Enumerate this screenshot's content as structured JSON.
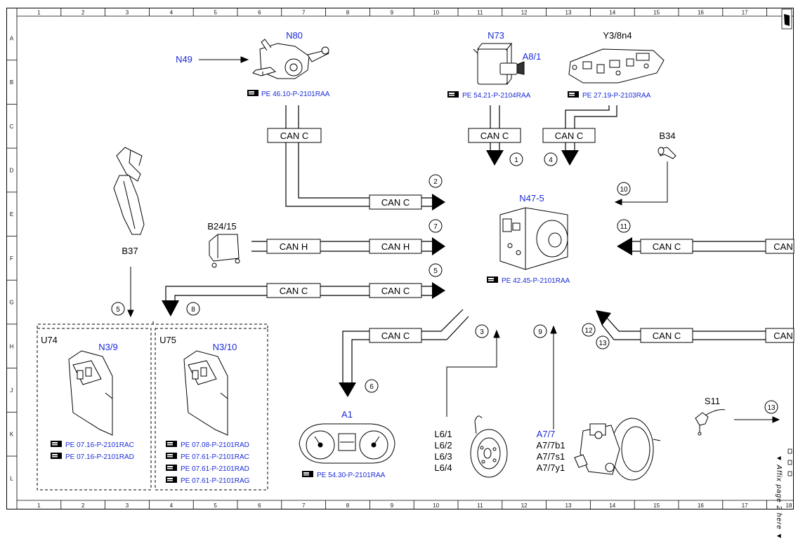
{
  "grid": {
    "columns": [
      "1",
      "2",
      "3",
      "4",
      "5",
      "6",
      "7",
      "8",
      "9",
      "10",
      "11",
      "12",
      "13",
      "14",
      "15",
      "16",
      "17",
      "18"
    ],
    "rows": [
      "A",
      "B",
      "C",
      "D",
      "E",
      "F",
      "G",
      "H",
      "J",
      "K",
      "L"
    ]
  },
  "components": {
    "n80": "N80",
    "n49": "N49",
    "n73": "N73",
    "a8_1": "A8/1",
    "y3_8n4": "Y3/8n4",
    "b34": "B34",
    "n47_5": "N47-5",
    "b24_15": "B24/15",
    "b37": "B37",
    "u74": "U74",
    "n3_9": "N3/9",
    "u75": "U75",
    "n3_10": "N3/10",
    "a1": "A1",
    "l6": [
      "L6/1",
      "L6/2",
      "L6/3",
      "L6/4"
    ],
    "a7_7": "A7/7",
    "a7_7_more": [
      "A7/7b1",
      "A7/7s1",
      "A7/7y1"
    ],
    "s11": "S11"
  },
  "refs": {
    "n80": "PE 46.10-P-2101RAA",
    "n73": "PE 54.21-P-2104RAA",
    "y3": "PE 27.19-P-2103RAA",
    "n47": "PE 42.45-P-2101RAA",
    "a1": "PE 54.30-P-2101RAA",
    "u74": [
      "PE 07.16-P-2101RAC",
      "PE 07.16-P-2101RAD"
    ],
    "u75": [
      "PE 07.08-P-2101RAD",
      "PE 07.61-P-2101RAC",
      "PE 07.61-P-2101RAD",
      "PE 07.61-P-2101RAG"
    ]
  },
  "bus": {
    "can_c": "CAN C",
    "can_h": "CAN H",
    "can_partial": "CAN"
  },
  "circles": {
    "c1": "1",
    "c2": "2",
    "c4": "4",
    "c10": "10",
    "c7": "7",
    "c11": "11",
    "c5a": "5",
    "c5b": "5",
    "c8": "8",
    "c3": "3",
    "c9": "9",
    "c12": "12",
    "c13a": "13",
    "c6": "6",
    "c13b": "13"
  },
  "side_note": "▼ Affix page 2 here ▼",
  "colors": {
    "blue_text": "#1b2bd6",
    "line": "#000000",
    "bus_fill": "#ffffff"
  }
}
